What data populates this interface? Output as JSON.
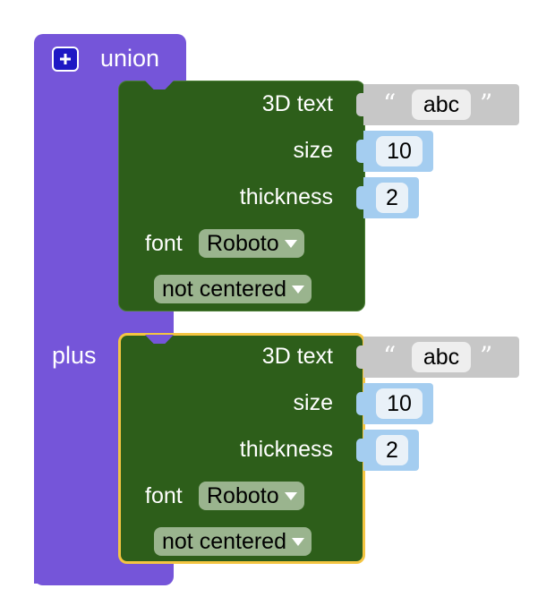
{
  "union": {
    "label": "union",
    "plus_label": "plus",
    "colors": {
      "block": "#7555d9",
      "button": "#1e18c4"
    }
  },
  "blocks": [
    {
      "title": "3D text",
      "text_value": "abc",
      "quote_open": "“",
      "quote_close": "”",
      "size_label": "size",
      "size_value": "10",
      "thickness_label": "thickness",
      "thickness_value": "2",
      "font_label": "font",
      "font_value": "Roboto",
      "align_value": "not centered",
      "selected": false
    },
    {
      "title": "3D text",
      "text_value": "abc",
      "quote_open": "“",
      "quote_close": "”",
      "size_label": "size",
      "size_value": "10",
      "thickness_label": "thickness",
      "thickness_value": "2",
      "font_label": "font",
      "font_value": "Roboto",
      "align_value": "not centered",
      "selected": true
    }
  ],
  "colors": {
    "text_block": "#2d5e1a",
    "dropdown": "#9ab48e",
    "string_block": "#c7c7c7",
    "number_block": "#a4cdf0",
    "selection": "#f4c542"
  }
}
